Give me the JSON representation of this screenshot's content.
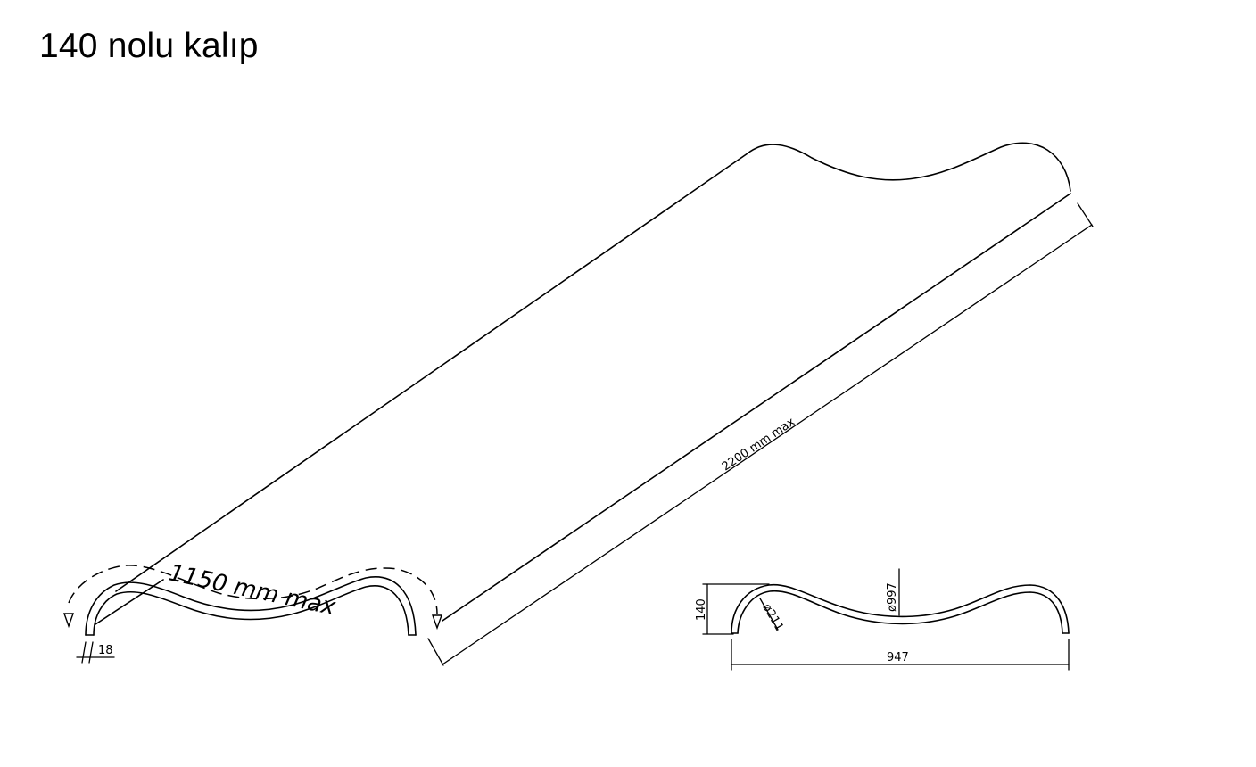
{
  "title": "140 nolu kalıp",
  "dimensions": {
    "width_max": "1150 mm max",
    "length_max": "2200 mm max",
    "thickness": "18",
    "height": "140",
    "large_diameter": "ø997",
    "small_diameter": "ø211",
    "profile_width": "947"
  }
}
